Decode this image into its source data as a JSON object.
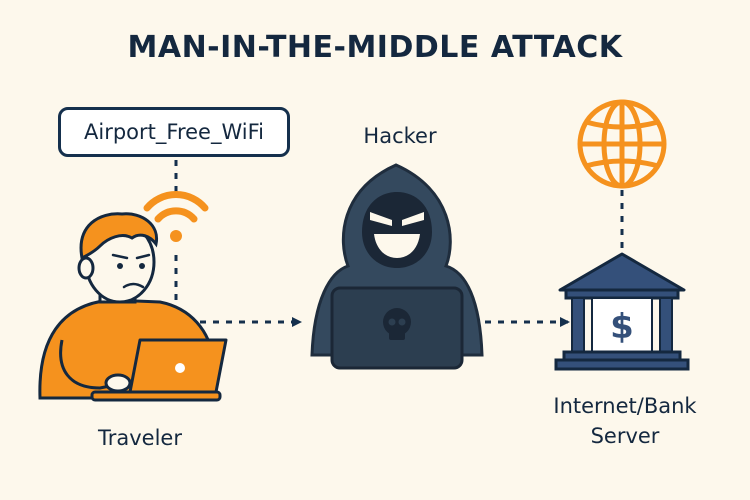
{
  "title": "MAN-IN-THE-MIDDLE ATTACK",
  "wifi": {
    "ssid": "Airport_Free_WiFi"
  },
  "nodes": {
    "hacker": "Hacker",
    "traveler": "Traveler",
    "server_line1": "Internet/Bank",
    "server_line2": "Server"
  },
  "bank_symbol": "$",
  "colors": {
    "navy": "#14283f",
    "orange": "#f5921e",
    "bank_blue": "#34507a",
    "background": "#fdf8ec"
  },
  "icons": [
    "wifi-icon",
    "globe-icon",
    "bank-icon",
    "skull-icon",
    "laptop-icon",
    "hooded-hacker-icon",
    "traveler-icon"
  ]
}
